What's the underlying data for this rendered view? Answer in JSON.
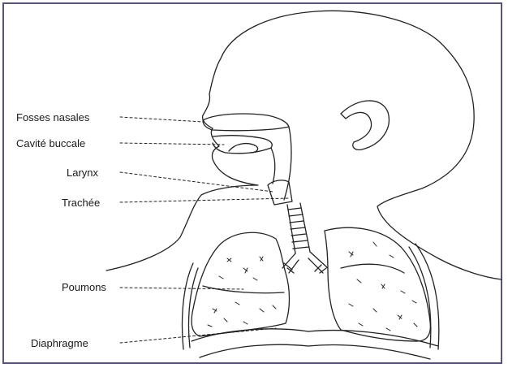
{
  "figure": {
    "labels": {
      "fosses_nasales": "Fosses nasales",
      "cavite_buccale": "Cavité buccale",
      "larynx": "Larynx",
      "trachee": "Trachée",
      "poumons": "Poumons",
      "diaphragme": "Diaphragme"
    }
  }
}
